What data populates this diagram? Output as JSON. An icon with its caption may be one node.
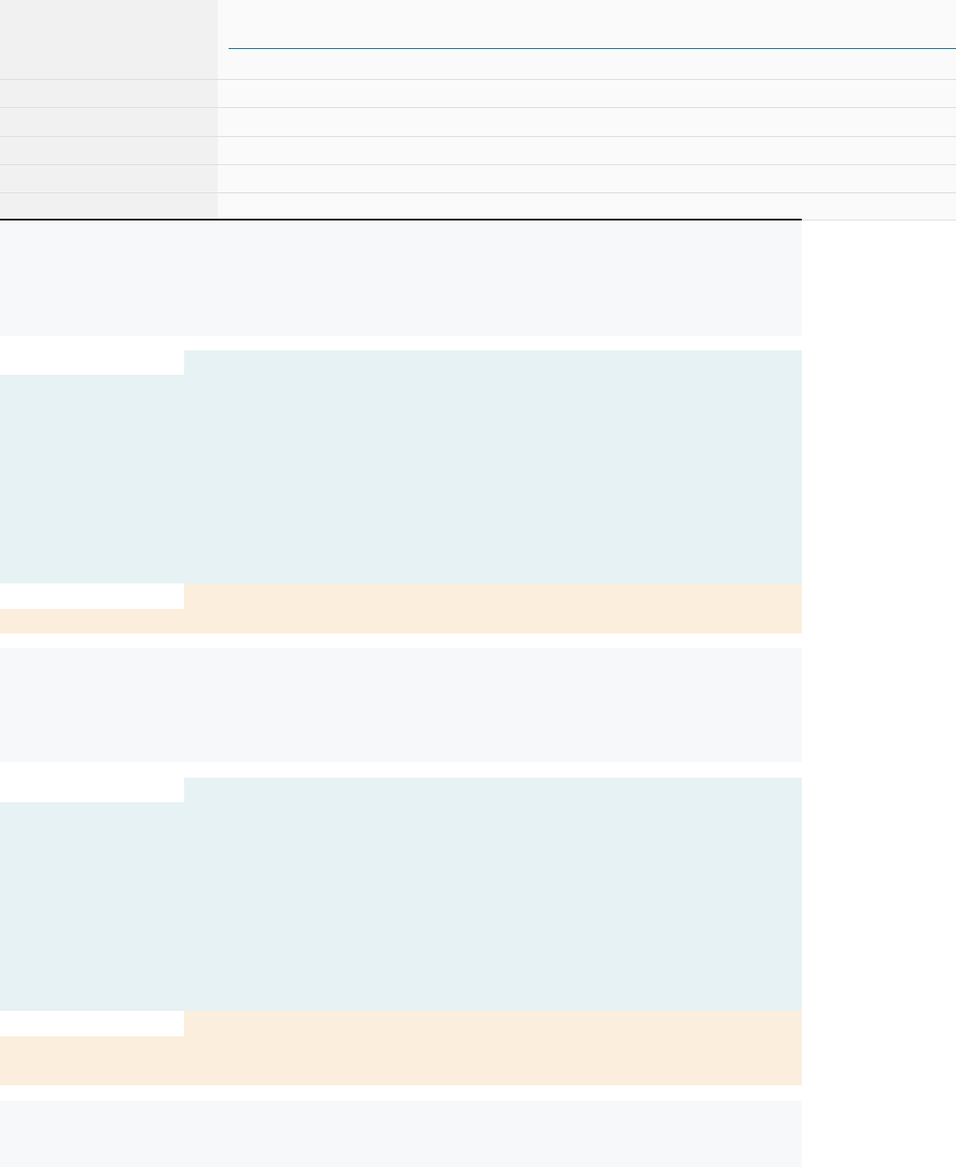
{
  "diagram": {
    "nodes": [
      {
        "text": [],
        "shape": "box"
      },
      {
        "text": [],
        "shape": "box"
      },
      {
        "text": [],
        "shape": "box"
      },
      {
        "text": [],
        "shape": "box"
      },
      {
        "text": [],
        "shape": "box"
      },
      {
        "text": [],
        "shape": "box"
      },
      {
        "text": [],
        "shape": "box"
      },
      {
        "text": [],
        "shape": "box"
      },
      {
        "text": [],
        "shape": "box"
      },
      {
        "text": [],
        "shape": "box"
      },
      {
        "text": [],
        "shape": "box"
      },
      {
        "text": [],
        "shape": "box"
      },
      {
        "text": [],
        "shape": "box"
      },
      {
        "text": [],
        "shape": "box"
      },
      {
        "text": [],
        "shape": "box"
      },
      {
        "text": [],
        "shape": "box"
      },
      {
        "text": [],
        "shape": "box"
      },
      {
        "text": [],
        "shape": "box"
      },
      {
        "text": [],
        "shape": "box"
      }
    ]
  }
}
